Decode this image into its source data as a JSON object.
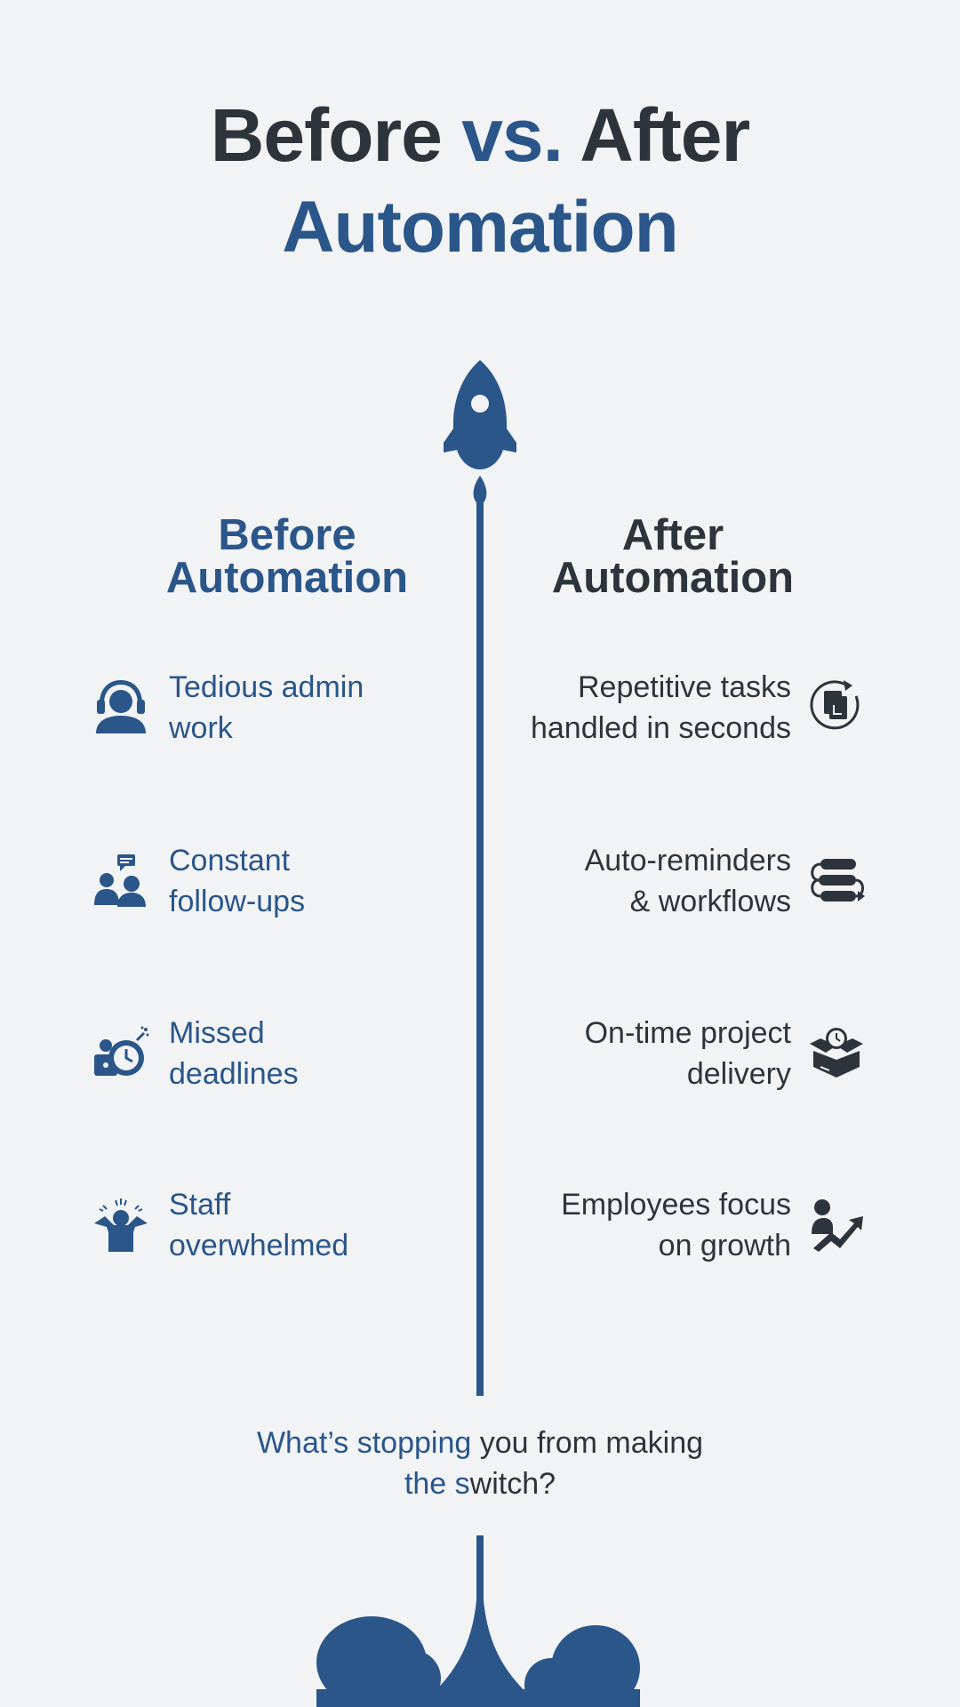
{
  "title": {
    "word1": "Before",
    "word2": "vs.",
    "word3": "After",
    "line2": "Automation"
  },
  "before": {
    "heading_line1": "Before",
    "heading_line2": "Automation",
    "items": [
      {
        "line1": "Tedious admin",
        "line2": "work",
        "icon": "headset-person-icon"
      },
      {
        "line1": "Constant",
        "line2": "follow-ups",
        "icon": "people-chat-icon"
      },
      {
        "line1": "Missed",
        "line2": "deadlines",
        "icon": "clock-bomb-icon"
      },
      {
        "line1": "Staff",
        "line2": "overwhelmed",
        "icon": "stressed-person-icon"
      }
    ]
  },
  "after": {
    "heading_line1": "After",
    "heading_line2": "Automation",
    "items": [
      {
        "line1": "Repetitive tasks",
        "line2": "handled in seconds",
        "icon": "document-cycle-icon"
      },
      {
        "line1": "Auto-reminders",
        "line2": "& workflows",
        "icon": "workflow-icon"
      },
      {
        "line1": "On-time project",
        "line2": "delivery",
        "icon": "box-clock-icon"
      },
      {
        "line1": "Employees focus",
        "line2": "on growth",
        "icon": "person-growth-icon"
      }
    ]
  },
  "footer": {
    "part1": "What’s stopping",
    "part2": " you from making",
    "part3": "the s",
    "part4": "witch?"
  },
  "colors": {
    "accent": "#2a5689",
    "dark": "#2e343b",
    "background": "#f2f3f5"
  }
}
